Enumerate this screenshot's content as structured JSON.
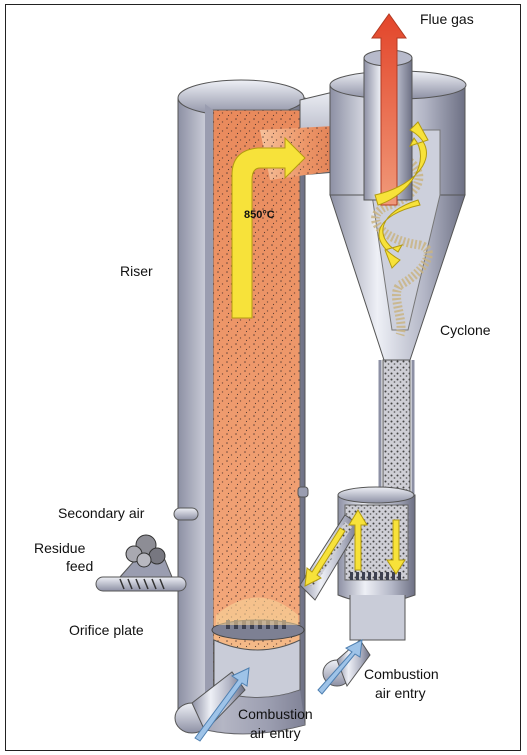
{
  "labels": {
    "flue_gas": "Flue gas",
    "temperature": "850",
    "temperature_unit": "°C",
    "riser": "Riser",
    "cyclone": "Cyclone",
    "secondary_air": "Secondary air",
    "residue_feed_line1": "Residue",
    "residue_feed_line2": "feed",
    "orifice_plate": "Orifice plate",
    "combustion_air_left_line1": "Combustion",
    "combustion_air_left_line2": "air entry",
    "combustion_air_right_line1": "Combustion",
    "combustion_air_right_line2": "air entry"
  },
  "colors": {
    "steel_light": "#e4e6ee",
    "steel_mid": "#a9acbd",
    "steel_dark": "#6d7084",
    "hot_bed": "#e98a5c",
    "hot_bed_light": "#f4b08a",
    "arrow_yellow": "#f7e23a",
    "flue_arrow": "#e45434",
    "air_arrow": "#9ec3e8",
    "ash": "#c9b483"
  },
  "icons": [
    "flow-arrow-icon",
    "flue-arrow-icon",
    "air-arrow-icon",
    "swirl-arrow-icon"
  ]
}
